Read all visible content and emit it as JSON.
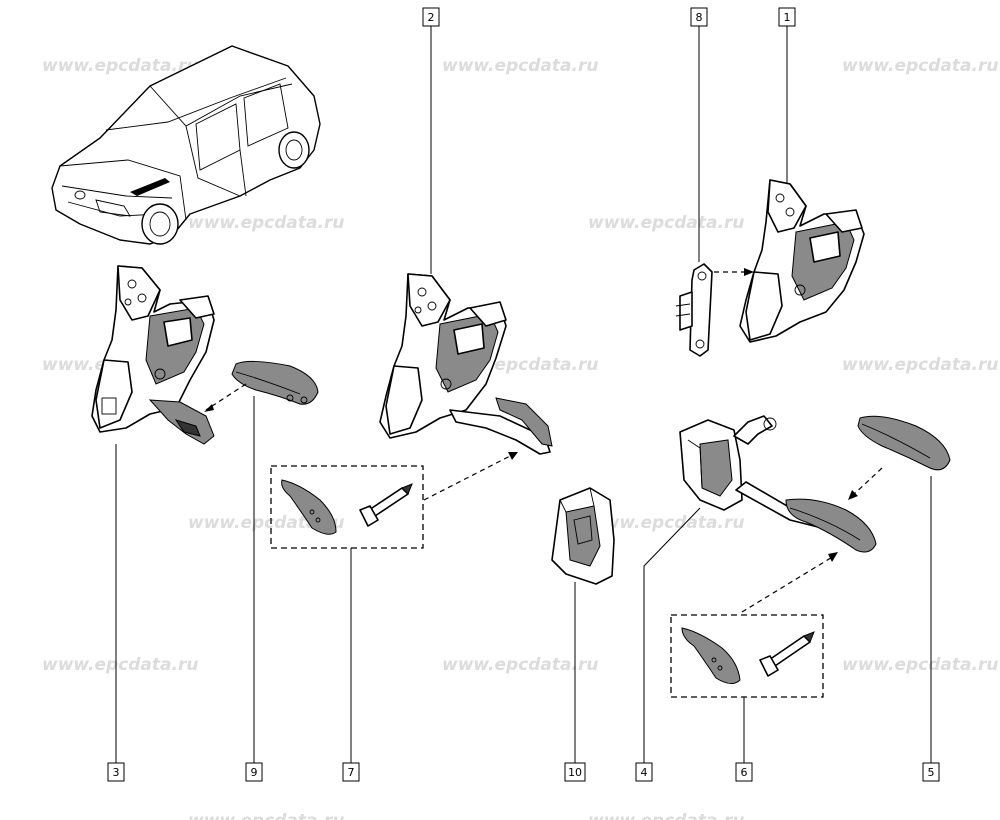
{
  "watermark": "www.epcdata.ru",
  "callouts": {
    "c1": "1",
    "c2": "2",
    "c3": "3",
    "c4": "4",
    "c5": "5",
    "c6": "6",
    "c7": "7",
    "c8": "8",
    "c9": "9",
    "c10": "10"
  },
  "colors": {
    "line": "#000000",
    "watermark": "#dcdcdc",
    "background": "#ffffff"
  }
}
